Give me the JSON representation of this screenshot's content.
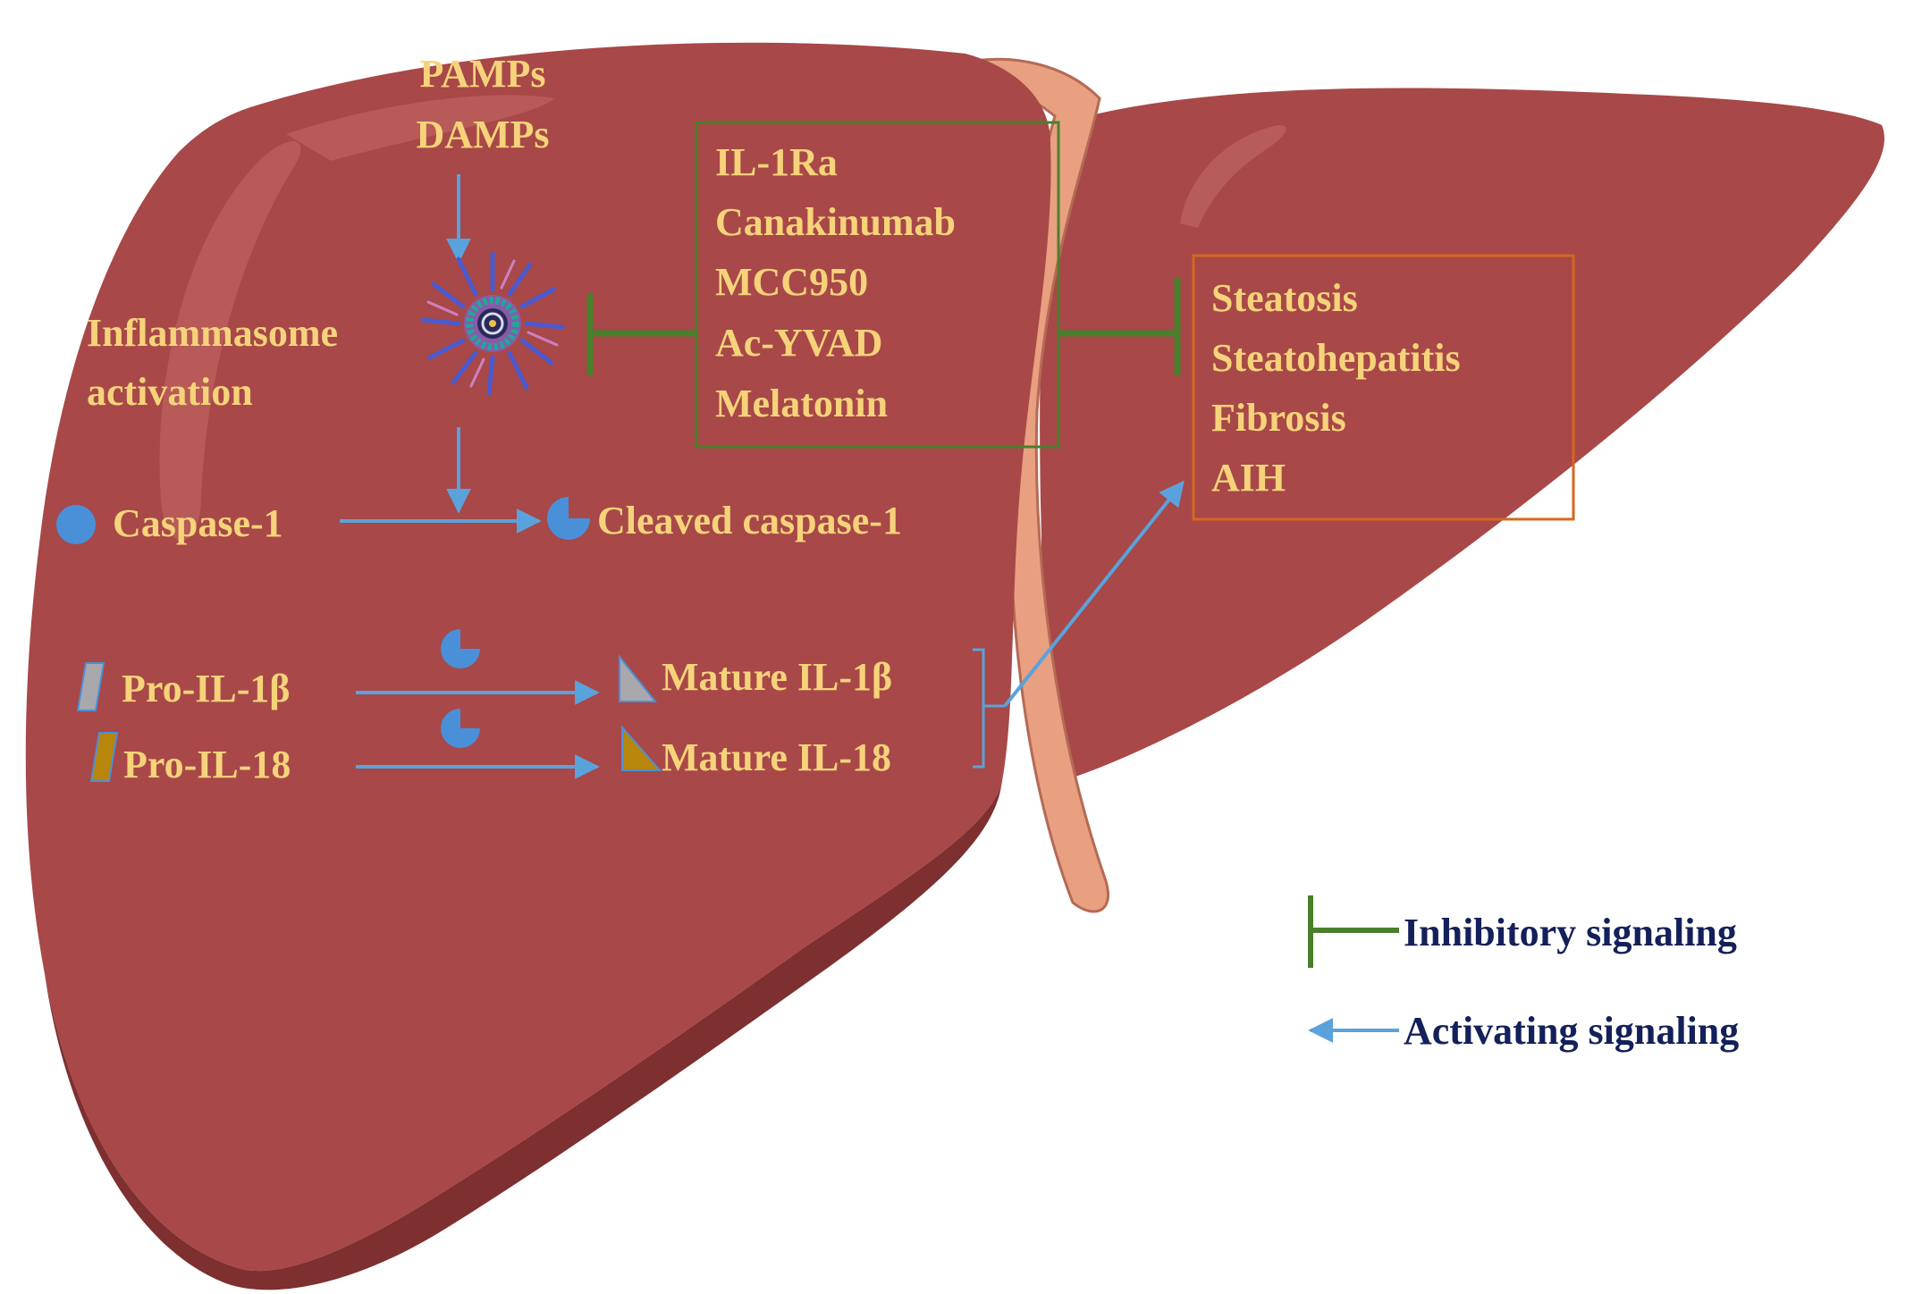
{
  "diagram": {
    "triggers": [
      "PAMPs",
      "DAMPs"
    ],
    "inflammasome_label": [
      "Inflammasome",
      "activation"
    ],
    "caspase": "Caspase-1",
    "cleaved_caspase": "Cleaved caspase-1",
    "pro_il1b": "Pro-IL-1β",
    "pro_il18": "Pro-IL-18",
    "mature_il1b": "Mature IL-1β",
    "mature_il18": "Mature IL-18",
    "inhibitors": [
      "IL-1Ra",
      "Canakinumab",
      "MCC950",
      "Ac-YVAD",
      "Melatonin"
    ],
    "diseases": [
      "Steatosis",
      "Steatohepatitis",
      "Fibrosis",
      "AIH"
    ]
  },
  "legend": {
    "inhibitory": "Inhibitory signaling",
    "activating": "Activating signaling"
  },
  "colors": {
    "liver": "#a84848",
    "liver_shadow": "#7e2f2f",
    "text": "#f6d37a",
    "arrow": "#5aa2dc",
    "inhibit": "#4a7f2c",
    "inhibitor_box": "#4a7f2c",
    "disease_box": "#d4681f",
    "legend_text": "#14205a",
    "il1b_shape": "#a8a8ad",
    "il18_shape": "#b8860b"
  }
}
